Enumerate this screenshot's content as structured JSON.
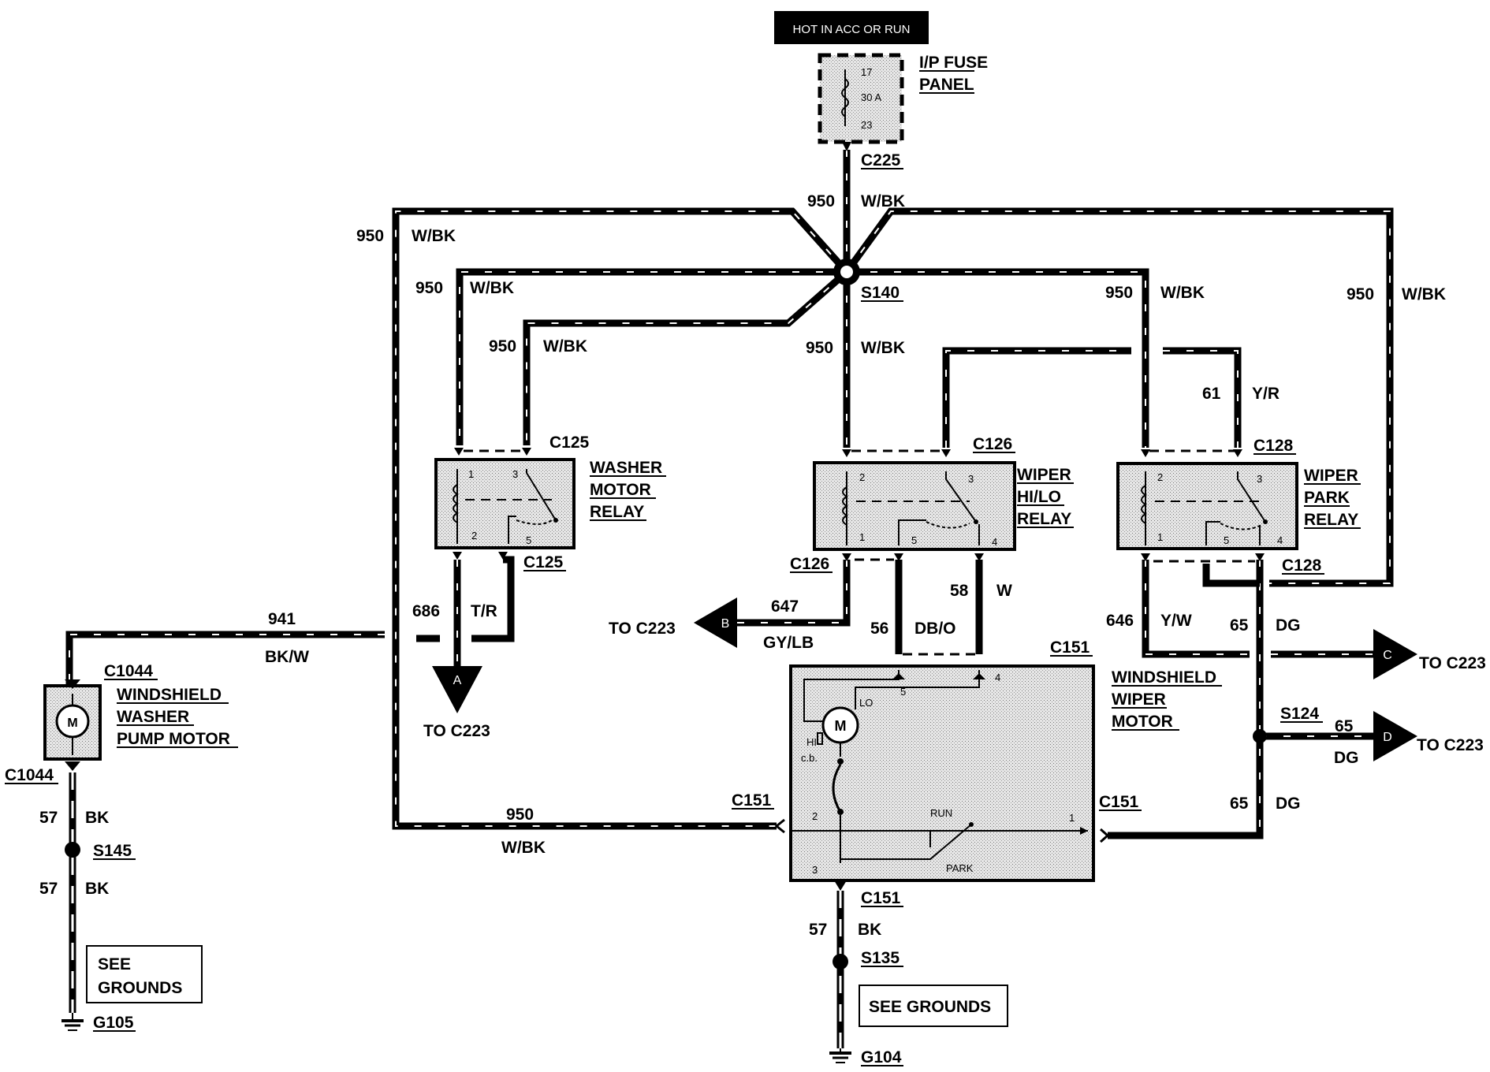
{
  "top_label": "HOT IN ACC OR RUN",
  "fuse_panel": {
    "title_line1": "I/P FUSE",
    "title_line2": "PANEL",
    "pin_top": "17",
    "rating": "30 A",
    "pin_bottom": "23",
    "connector": "C225"
  },
  "splices": {
    "s140": "S140",
    "s124": "S124",
    "s145": "S145",
    "s135": "S135"
  },
  "wires": {
    "w950": "950",
    "wbk": "W/BK",
    "w686": "686",
    "tr": "T/R",
    "w941": "941",
    "bkw": "BK/W",
    "w647": "647",
    "gylb": "GY/LB",
    "w56": "56",
    "dbo": "DB/O",
    "w58": "58",
    "w": "W",
    "w61": "61",
    "yr": "Y/R",
    "w646": "646",
    "yw": "Y/W",
    "w65": "65",
    "dg": "DG",
    "w57": "57",
    "bk": "BK"
  },
  "relays": {
    "washer": {
      "line1": "WASHER",
      "line2": "MOTOR",
      "line3": "RELAY",
      "conn_top": "C125",
      "conn_bottom": "C125",
      "p1": "1",
      "p2": "2",
      "p3": "3",
      "p5": "5"
    },
    "hilo": {
      "line1": "WIPER",
      "line2": "HI/LO",
      "line3": "RELAY",
      "conn_top": "C126",
      "conn_bottom": "C126",
      "p1": "1",
      "p2": "2",
      "p3": "3",
      "p4": "4",
      "p5": "5"
    },
    "park": {
      "line1": "WIPER",
      "line2": "PARK",
      "line3": "RELAY",
      "conn_top": "C128",
      "conn_bottom": "C128",
      "p1": "1",
      "p2": "2",
      "p3": "3",
      "p4": "4",
      "p5": "5"
    }
  },
  "motor": {
    "line1": "WINDSHIELD",
    "line2": "WIPER",
    "line3": "MOTOR",
    "conn_top": "C151",
    "conn_left": "C151",
    "conn_right": "C151",
    "conn_bottom": "C151",
    "p1": "1",
    "p2": "2",
    "p3": "3",
    "p4": "4",
    "p5": "5",
    "lo": "LO",
    "hi": "HI",
    "cb": "c.b.",
    "m": "M",
    "run": "RUN",
    "park": "PARK"
  },
  "pump": {
    "line1": "WINDSHIELD",
    "line2": "WASHER",
    "line3": "PUMP MOTOR",
    "conn_top": "C1044",
    "conn_bottom": "C1044",
    "m": "M"
  },
  "connectors": {
    "a": "A",
    "b": "B",
    "c": "C",
    "d": "D",
    "to_c223": "TO C223"
  },
  "grounds": {
    "see_grounds": "SEE GROUNDS",
    "see": "SEE",
    "grounds_word": "GROUNDS",
    "g105": "G105",
    "g104": "G104"
  }
}
